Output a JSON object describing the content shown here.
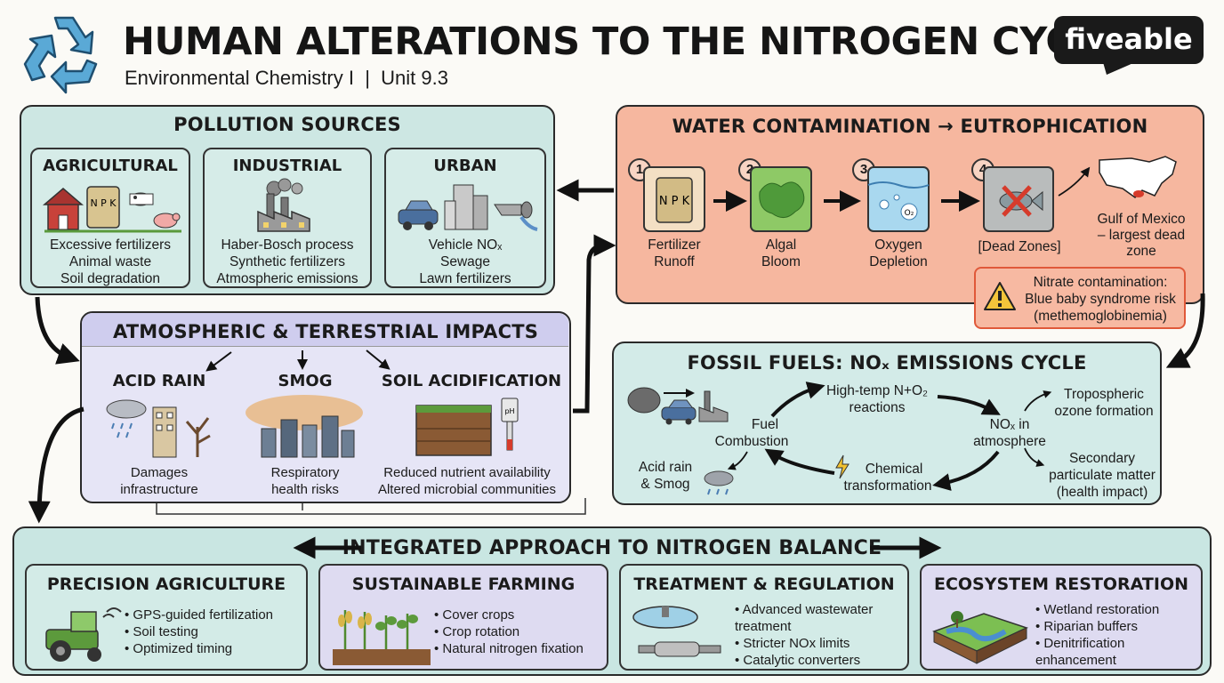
{
  "header": {
    "title": "HUMAN ALTERATIONS TO THE NITROGEN CYCLE",
    "subtitle": "Environmental Chemistry I  |  Unit 9.3",
    "brand": "fiveable"
  },
  "colors": {
    "pollution": "#cde7e3",
    "water": "#f6b79f",
    "atmos": "#d9d9f2",
    "fossil": "#d3ebe8",
    "integrated": "#c9e6e2",
    "card_purple": "#dedbf1",
    "warning": "#f7b9a2"
  },
  "pollution": {
    "title": "POLLUTION SOURCES",
    "cards": [
      {
        "title": "AGRICULTURAL",
        "lines": [
          "Excessive fertilizers",
          "Animal waste",
          "Soil degradation"
        ]
      },
      {
        "title": "INDUSTRIAL",
        "lines": [
          "Haber-Bosch process",
          "Synthetic fertilizers",
          "Atmospheric emissions"
        ]
      },
      {
        "title": "URBAN",
        "lines": [
          "Vehicle NOₓ",
          "Sewage",
          "Lawn fertilizers"
        ]
      }
    ]
  },
  "water": {
    "title": "WATER CONTAMINATION → EUTROPHICATION",
    "steps": [
      {
        "num": "1",
        "label": [
          "Fertilizer",
          "Runoff"
        ]
      },
      {
        "num": "2",
        "label": [
          "Algal",
          "Bloom"
        ]
      },
      {
        "num": "3",
        "label": [
          "Oxygen",
          "Depletion"
        ]
      },
      {
        "num": "4",
        "label": [
          "[Dead Zones]"
        ]
      }
    ],
    "gulf": [
      "Gulf of Mexico",
      "– largest dead",
      "zone"
    ],
    "warning": [
      "Nitrate contamination:",
      "Blue baby syndrome risk",
      "(methemoglobinemia)"
    ],
    "bag_text": "N P K",
    "o2_text": "O₂"
  },
  "atmos": {
    "title": "ATMOSPHERIC & TERRESTRIAL IMPACTS",
    "items": [
      {
        "title": "ACID RAIN",
        "lines": [
          "Damages",
          "infrastructure"
        ]
      },
      {
        "title": "SMOG",
        "lines": [
          "Respiratory",
          "health risks"
        ]
      },
      {
        "title": "SOIL ACIDIFICATION",
        "lines": [
          "Reduced nutrient availability",
          "Altered microbial communities"
        ]
      }
    ],
    "ph_text": "pH"
  },
  "fossil": {
    "title": "FOSSIL FUELS: NOₓ EMISSIONS CYCLE",
    "nodes": {
      "combustion": [
        "Fuel",
        "Combustion"
      ],
      "hightemp": [
        "High-temp N+O₂",
        "reactions"
      ],
      "nox": [
        "NOₓ in",
        "atmosphere"
      ],
      "chemical": [
        "Chemical",
        "transformation"
      ],
      "acid": [
        "Acid rain",
        "& Smog"
      ],
      "ozone": [
        "Tropospheric",
        "ozone formation"
      ],
      "pm": [
        "Secondary",
        "particulate matter",
        "(health impact)"
      ]
    }
  },
  "integrated": {
    "title": "INTEGRATED APPROACH TO NITROGEN BALANCE",
    "cards": [
      {
        "title": "PRECISION AGRICULTURE",
        "items": [
          "GPS-guided fertilization",
          "Soil testing",
          "Optimized timing"
        ]
      },
      {
        "title": "SUSTAINABLE FARMING",
        "items": [
          "Cover crops",
          "Crop rotation",
          "Natural nitrogen fixation"
        ]
      },
      {
        "title": "TREATMENT & REGULATION",
        "items": [
          "Advanced wastewater treatment",
          "Stricter NOx limits",
          "Catalytic converters"
        ]
      },
      {
        "title": "ECOSYSTEM RESTORATION",
        "items": [
          "Wetland restoration",
          "Riparian buffers",
          "Denitrification enhancement"
        ]
      }
    ]
  }
}
